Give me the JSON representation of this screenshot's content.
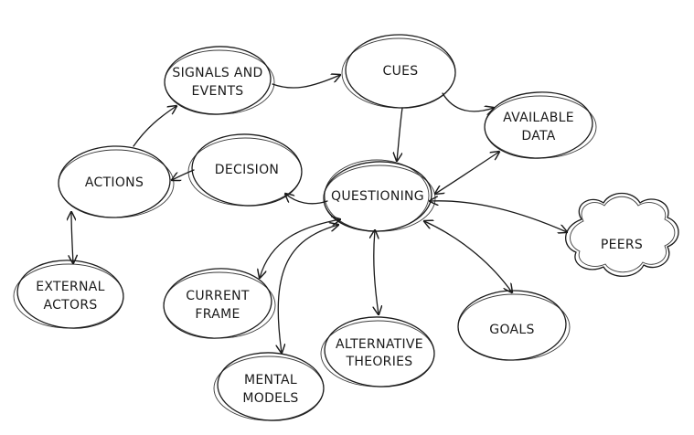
{
  "nodes": {
    "signals": [
      "SIGNALS AND",
      "EVENTS"
    ],
    "cues": [
      "CUES"
    ],
    "available": [
      "AVAILABLE",
      "DATA"
    ],
    "actions": [
      "ACTIONS"
    ],
    "decision": [
      "DECISION"
    ],
    "questioning": [
      "QUESTIONING"
    ],
    "peers": [
      "PEERS"
    ],
    "external": [
      "EXTERNAL",
      "ACTORS"
    ],
    "current": [
      "CURRENT",
      "FRAME"
    ],
    "alternative": [
      "ALTERNATIVE",
      "THEORIES"
    ],
    "goals": [
      "GOALS"
    ],
    "mental": [
      "MENTAL",
      "MODELS"
    ]
  },
  "colors": {
    "ink": "#1a1a1a",
    "background": "#ffffff"
  }
}
